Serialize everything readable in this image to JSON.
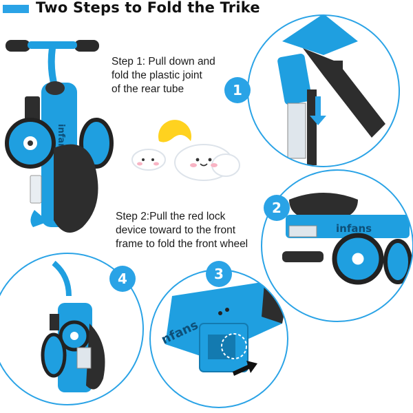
{
  "title": "Two Steps to Fold the Trike",
  "colors": {
    "accent": "#2aa3e6",
    "trike_blue": "#1f9fe0",
    "seat": "#2d2d2d",
    "text": "#111111"
  },
  "steps": [
    {
      "number": "1",
      "lines": [
        "Step 1: Pull down and",
        "fold the plastic joint",
        "of the rear tube"
      ]
    },
    {
      "number": "2",
      "lines": [
        "Step 2:Pull the red lock",
        "device toward to the front",
        "frame to fold the front wheel"
      ]
    },
    {
      "number": "3"
    },
    {
      "number": "4"
    }
  ],
  "brand": "infans",
  "brand_partial": "nfans",
  "icons": [
    "sun-with-clouds-icon",
    "down-arrow-icon",
    "push-arrow-icon"
  ]
}
